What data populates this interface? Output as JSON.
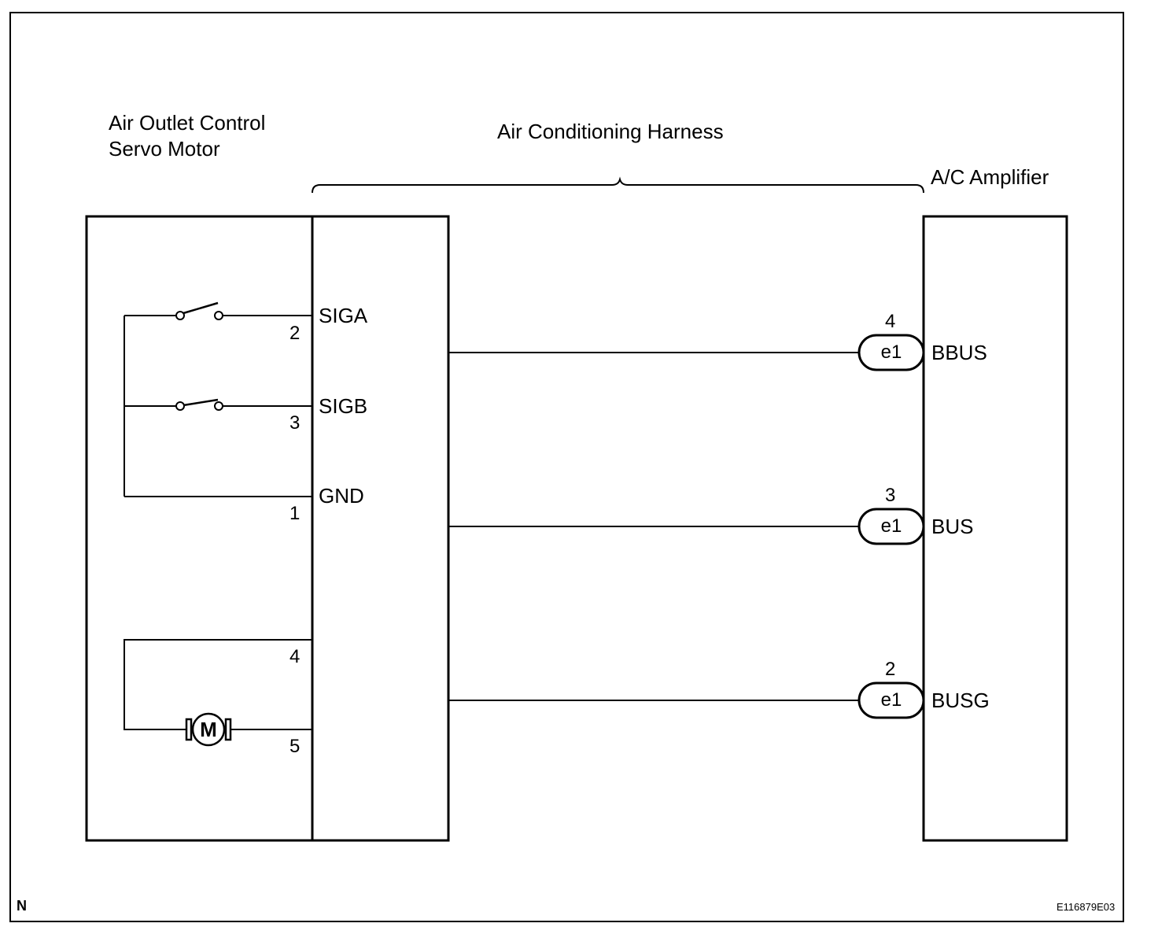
{
  "components": {
    "servo_motor_line1": "Air Outlet Control",
    "servo_motor_line2": "Servo Motor",
    "harness": "Air Conditioning Harness",
    "amplifier": "A/C Amplifier"
  },
  "servo_terminals": [
    {
      "name": "SIGA",
      "pin": "2"
    },
    {
      "name": "SIGB",
      "pin": "3"
    },
    {
      "name": "GND",
      "pin": "1"
    },
    {
      "name": "",
      "pin": "4"
    },
    {
      "name": "",
      "pin": "5"
    }
  ],
  "motor_symbol": "M",
  "amplifier_terminals": [
    {
      "name": "BBUS",
      "pin": "4",
      "connector": "e1"
    },
    {
      "name": "BUS",
      "pin": "3",
      "connector": "e1"
    },
    {
      "name": "BUSG",
      "pin": "2",
      "connector": "e1"
    }
  ],
  "footer": {
    "left": "N",
    "right": "E116879E03"
  }
}
